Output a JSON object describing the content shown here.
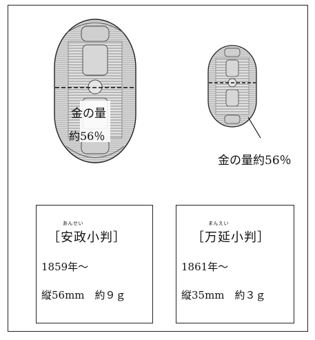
{
  "large_coin": {
    "label_line1": "金の量",
    "label_line2": "約56％"
  },
  "small_coin": {
    "label": "金の量約56％"
  },
  "ansei_box": {
    "ruby": "あんせい",
    "name": "［安政小判］",
    "year": "1859年～",
    "spec": "縦56mm　約９ｇ"
  },
  "manen_box": {
    "ruby": "まんえい",
    "name": "［万延小判］",
    "year": "1861年～",
    "spec": "縦35mm　約３ｇ"
  }
}
